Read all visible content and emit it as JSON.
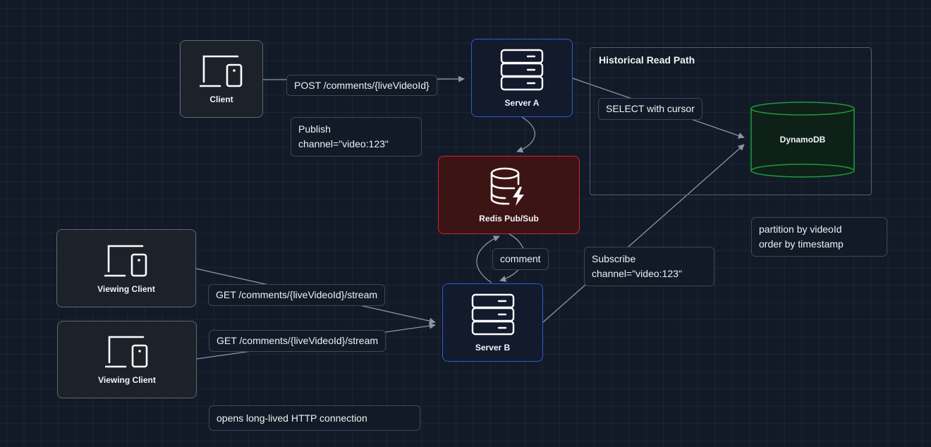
{
  "colors": {
    "background": "#131a27",
    "edge": "#8896a8",
    "client_border": "#5d6775",
    "server_border": "#2f5bd3",
    "redis_border": "#d0203e",
    "redis_fill": "#3d1414",
    "dynamo_border": "#1f9a3c",
    "dynamo_fill": "#0e2118"
  },
  "nodes": {
    "client": {
      "label": "Client",
      "icon": "devices-icon"
    },
    "server_a": {
      "label": "Server A",
      "icon": "server-icon"
    },
    "redis": {
      "label": "Redis Pub/Sub",
      "icon": "database-bolt-icon"
    },
    "server_b": {
      "label": "Server B",
      "icon": "server-icon"
    },
    "viewing_client_1": {
      "label": "Viewing Client",
      "icon": "devices-icon"
    },
    "viewing_client_2": {
      "label": "Viewing Client",
      "icon": "devices-icon"
    },
    "dynamodb": {
      "label": "DynamoDB",
      "icon": "cylinder-icon"
    }
  },
  "groups": {
    "historical": {
      "title": "Historical Read Path"
    }
  },
  "edge_labels": {
    "post": "POST /comments/{liveVideoId}",
    "publish_line1": "Publish",
    "publish_line2": "channel=\"video:123\"",
    "select": "SELECT with cursor",
    "comment": "comment",
    "subscribe_line1": "Subscribe",
    "subscribe_line2": "channel=\"video:123\"",
    "get1": "GET /comments/{liveVideoId}/stream",
    "get2": "GET /comments/{liveVideoId}/stream"
  },
  "notes": {
    "partition_line1": "partition by videoId",
    "partition_line2": "order by timestamp",
    "long_lived": "opens long-lived HTTP connection"
  },
  "edges": [
    {
      "from": "Client",
      "to": "Server A",
      "label": "POST /comments/{liveVideoId}"
    },
    {
      "from": "Server A",
      "to": "Redis Pub/Sub",
      "label": "Publish channel=\"video:123\""
    },
    {
      "from": "Server A",
      "to": "DynamoDB",
      "label": "SELECT with cursor"
    },
    {
      "from": "Server B",
      "to": "Redis Pub/Sub",
      "label": "Subscribe"
    },
    {
      "from": "Redis Pub/Sub",
      "to": "Server B",
      "label": "comment"
    },
    {
      "from": "Server B",
      "to": "DynamoDB",
      "label": "Subscribe channel=\"video:123\""
    },
    {
      "from": "Viewing Client",
      "to": "Server B",
      "label": "GET /comments/{liveVideoId}/stream"
    },
    {
      "from": "Viewing Client",
      "to": "Server B",
      "label": "GET /comments/{liveVideoId}/stream"
    }
  ]
}
